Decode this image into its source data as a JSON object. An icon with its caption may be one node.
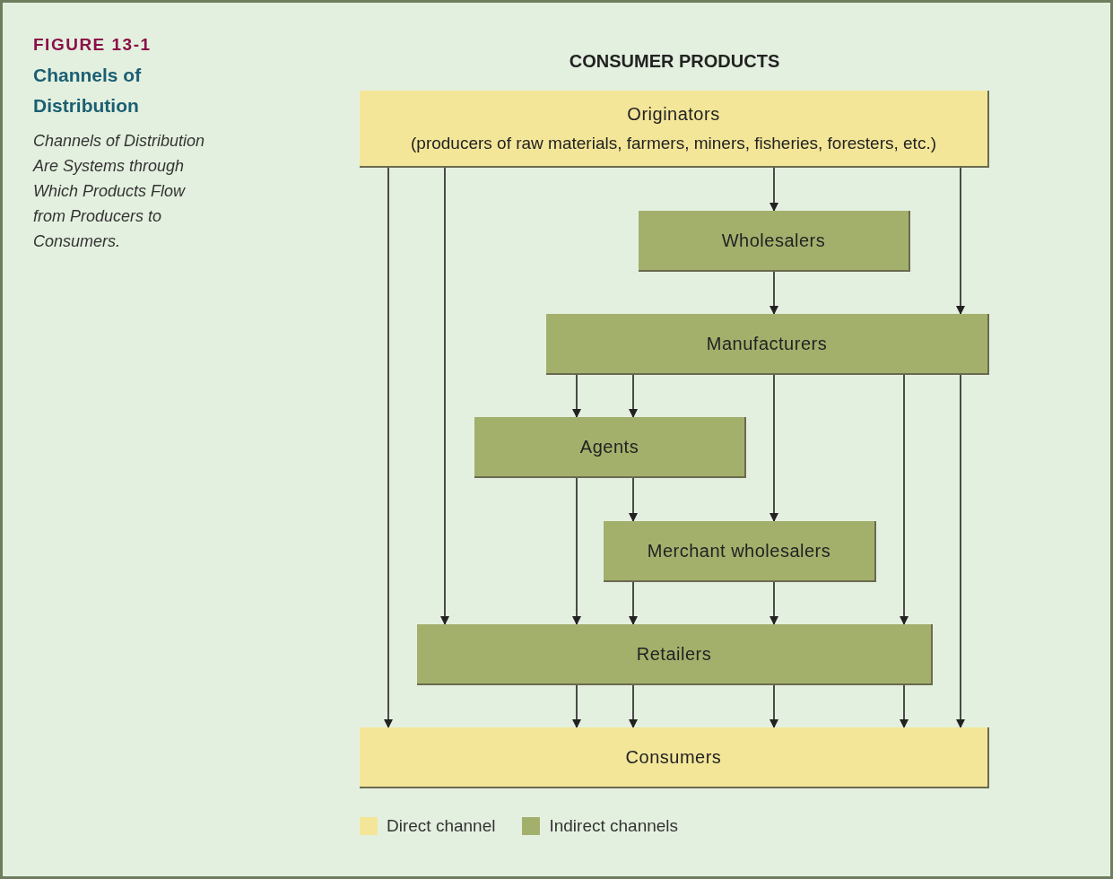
{
  "diagram": {
    "title": "CONSUMER PRODUCTS",
    "nodes": [
      {
        "text": [
          "Originators",
          "(producers of raw materials, farmers, miners, fisheries, foresters, etc.)"
        ]
      },
      {
        "text": [
          "Wholesalers"
        ]
      },
      {
        "text": [
          "Manufacturers"
        ]
      },
      {
        "text": [
          "Agents"
        ]
      },
      {
        "text": [
          "Merchant wholesalers"
        ]
      },
      {
        "text": [
          "Retailers"
        ]
      },
      {
        "text": [
          "Consumers"
        ]
      }
    ],
    "edges": [
      {
        "from": 0,
        "to": 6,
        "arrow": "to"
      },
      {
        "from": 0,
        "to": 5,
        "arrow": "to"
      },
      {
        "from": 0,
        "to": 1,
        "arrow": "to"
      },
      {
        "from": 0,
        "to": 2,
        "arrow": "to"
      },
      {
        "from": 1,
        "to": 2,
        "arrow": "to"
      },
      {
        "from": 2,
        "to": 3,
        "arrow": "to"
      },
      {
        "from": 2,
        "to": 3,
        "arrow": "to"
      },
      {
        "from": 2,
        "to": 4,
        "arrow": "to"
      },
      {
        "from": 2,
        "to": 5,
        "arrow": "to"
      },
      {
        "from": 2,
        "to": 6,
        "arrow": "to"
      },
      {
        "from": 3,
        "to": 5,
        "arrow": "to"
      },
      {
        "from": 3,
        "to": 4,
        "arrow": "to"
      },
      {
        "from": 4,
        "to": 5,
        "arrow": "to"
      },
      {
        "from": 4,
        "to": 5,
        "arrow": "to"
      },
      {
        "from": 5,
        "to": 6,
        "arrow": "to"
      },
      {
        "from": 5,
        "to": 6,
        "arrow": "to"
      },
      {
        "from": 5,
        "to": 6,
        "arrow": "to"
      },
      {
        "from": 5,
        "to": 6,
        "arrow": "to"
      }
    ],
    "labels": [
      "FIGURE 13-1",
      "Channels of Distribution",
      "Channels of Distribution Are Systems through Which Products Flow from Producers to Consumers."
    ],
    "legend": [
      {
        "text": "Direct channel",
        "color": "#f4e699"
      },
      {
        "text": "Indirect channels",
        "color": "#a3b06c"
      }
    ]
  }
}
